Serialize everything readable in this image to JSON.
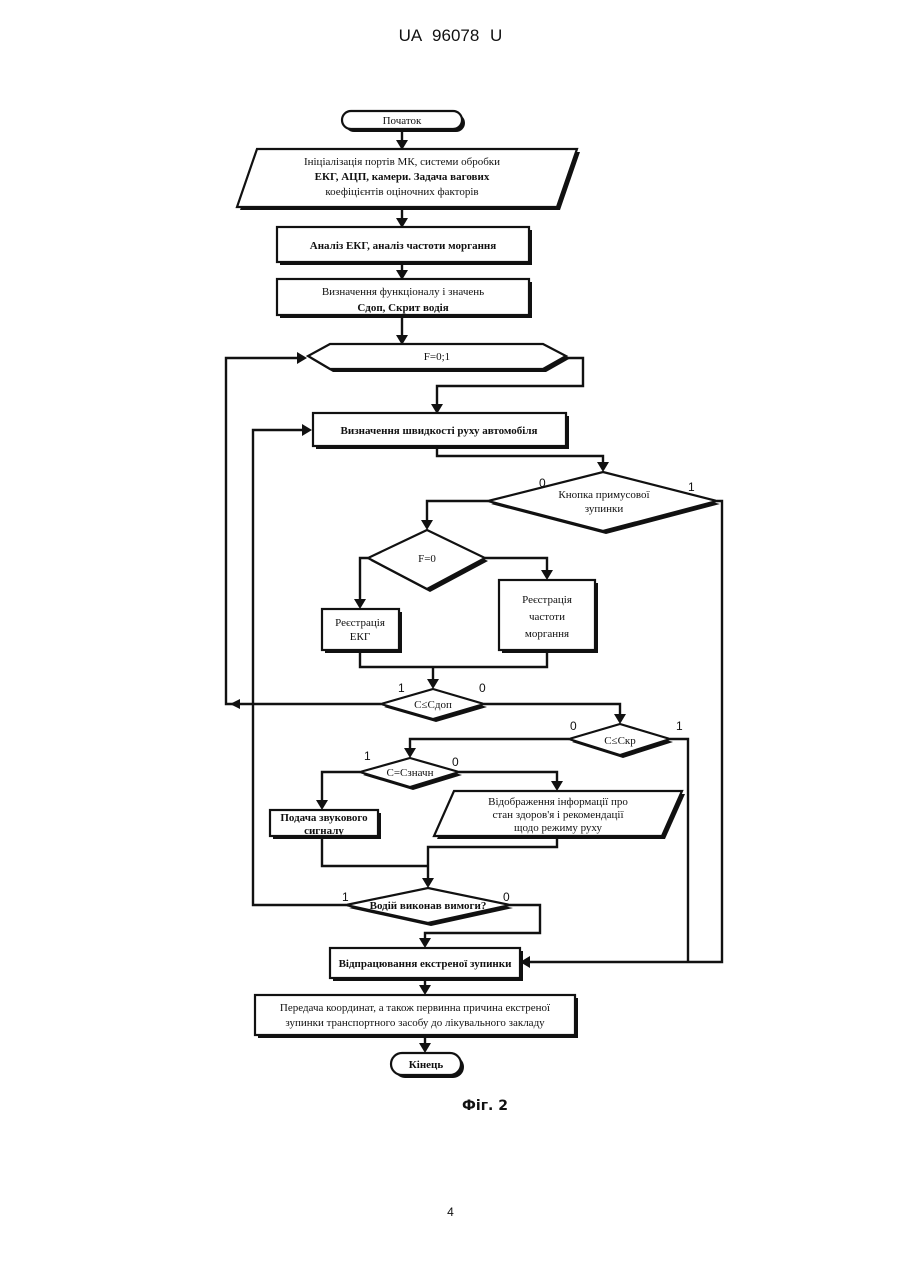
{
  "header": {
    "doc_id": "UA   96078   U"
  },
  "flow": {
    "start": "Початок",
    "init": [
      "Ініціалізація портів МК, системи обробки",
      "ЕКГ, АЦП, камери. Задача вагових",
      "коефіцієнтів оціночних факторів"
    ],
    "analysis": "Аналіз ЕКГ, аналіз частоти моргання",
    "func": [
      "Визначення функціоналу і значень",
      "Сдоп, Скрит водія"
    ],
    "loop": "F=0;1",
    "speed": "Визначення швидкості руху автомобіля",
    "button": [
      "Кнопка примусової",
      "зупинки"
    ],
    "f0": "F=0",
    "reg_ecg": [
      "Реєстрація",
      "ЕКГ"
    ],
    "reg_blink": [
      "Реєстрація",
      "частоти",
      "моргання"
    ],
    "cdop": "C≤Cдоп",
    "ckr": "C≤Cкр",
    "czn": "C=Cзначн",
    "sound": [
      "Подача звукового",
      "сигналу"
    ],
    "display": [
      "Відображення інформації про",
      "стан здоров'я і рекомендації",
      "щодо режиму руху"
    ],
    "driver": "Водій виконав вимоги?",
    "emergency": "Відпрацювання екстреної зупинки",
    "transmit": [
      "Передача координат, а також первинна причина екстреної",
      "зупинки транспортного засобу до лікувального закладу"
    ],
    "end": "Кінець",
    "labels": {
      "one": "1",
      "zero": "0"
    }
  },
  "caption": "Фіг. 2",
  "page_number": "4"
}
